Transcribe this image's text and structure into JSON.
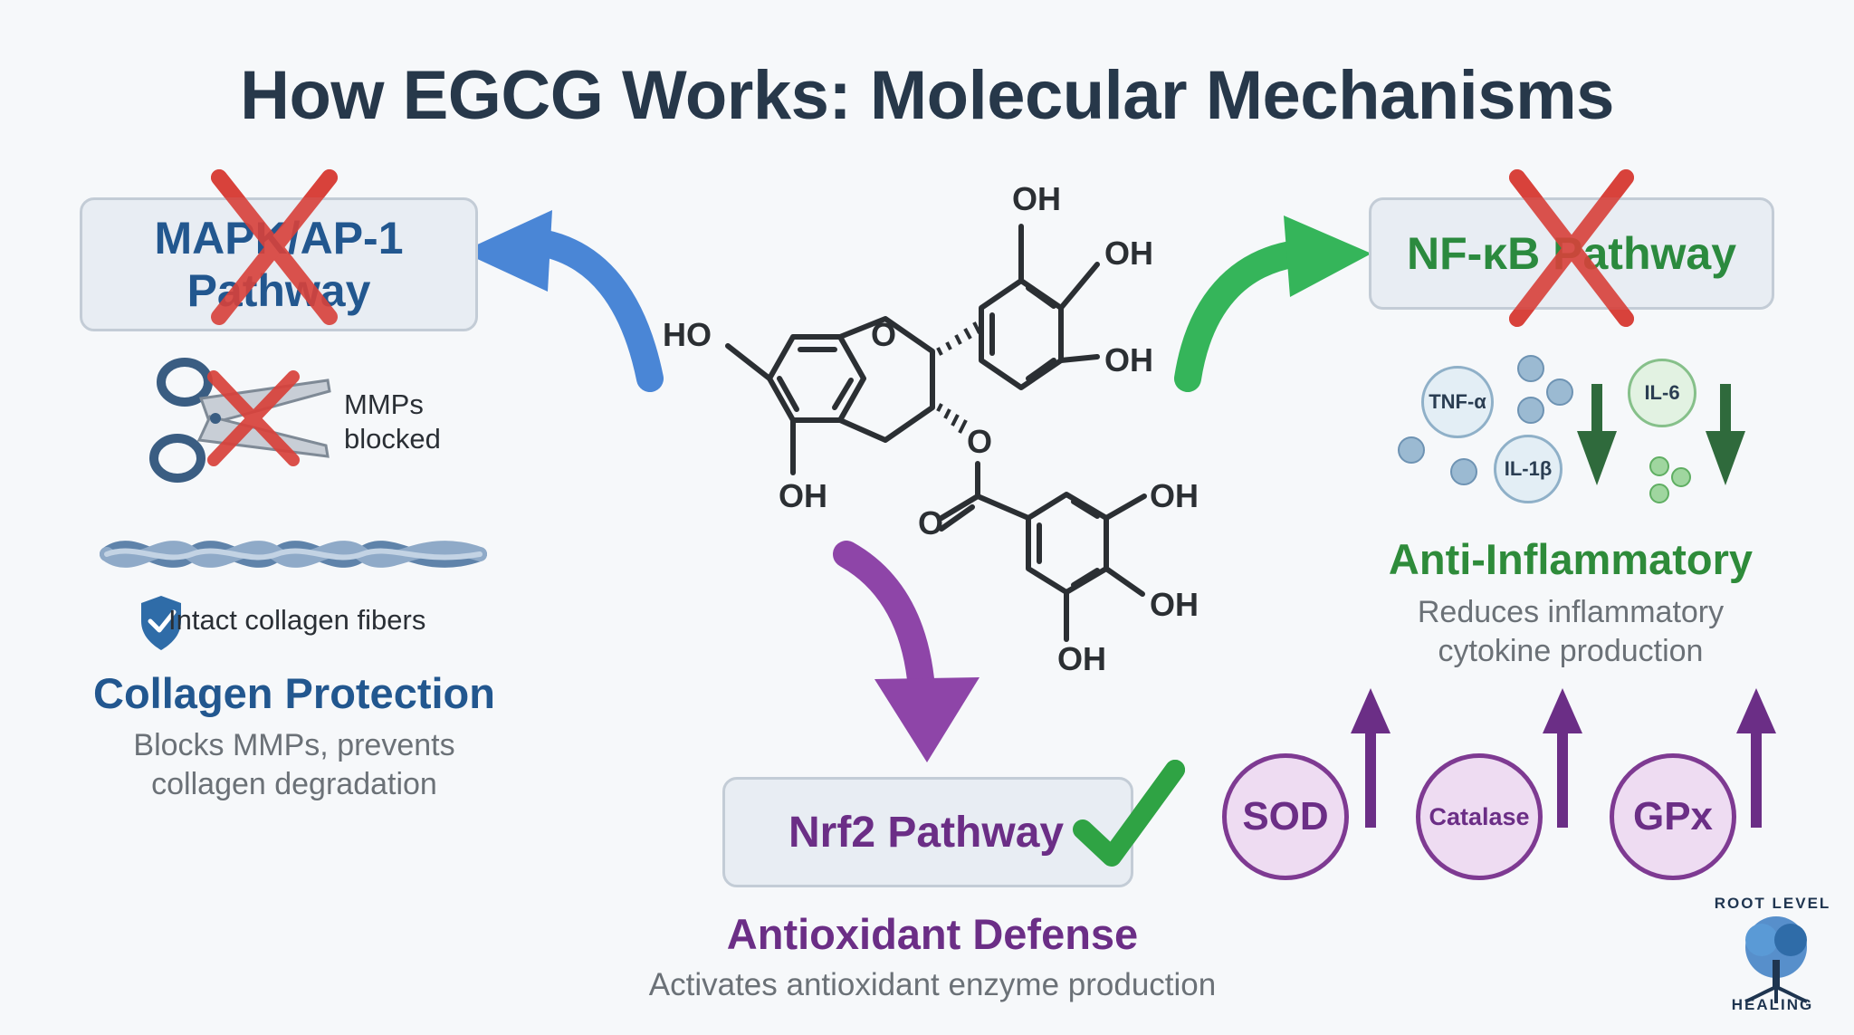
{
  "title": "How EGCG Works: Molecular Mechanisms",
  "colors": {
    "title": "#27384a",
    "blue": "#22578f",
    "green": "#2e8b3a",
    "purple": "#6b2e86",
    "red_cross": "#d8413a",
    "check": "#2fa344"
  },
  "molecule": {
    "labels": {
      "oh_top": "OH",
      "oh_right1": "OH",
      "oh_right2": "OH",
      "ho_left": "HO",
      "ring_o": "O",
      "oh_bottom": "OH",
      "ester_o": "O",
      "carbonyl_o": "O",
      "galloyl_oh1": "OH",
      "galloyl_oh2": "OH",
      "galloyl_oh3": "OH"
    }
  },
  "mapk": {
    "pathway_line1": "MAPK/AP-1",
    "pathway_line2": "Pathway",
    "mmps_line1": "MMPs",
    "mmps_line2": "blocked",
    "intact_label": "Intact collagen fibers",
    "heading": "Collagen Protection",
    "desc_line1": "Blocks MMPs, prevents",
    "desc_line2": "collagen degradation"
  },
  "nfkb": {
    "pathway": "NF-κB Pathway",
    "cytokines": [
      "TNF-α",
      "IL-1β",
      "IL-6"
    ],
    "heading": "Anti-Inflammatory",
    "desc_line1": "Reduces inflammatory",
    "desc_line2": "cytokine production"
  },
  "nrf2": {
    "pathway": "Nrf2 Pathway",
    "enzymes": [
      "SOD",
      "Catalase",
      "GPx"
    ],
    "heading": "Antioxidant Defense",
    "desc": "Activates antioxidant enzyme production"
  },
  "watermark": {
    "line1": "ROOT LEVEL",
    "line2": "HEALING"
  }
}
